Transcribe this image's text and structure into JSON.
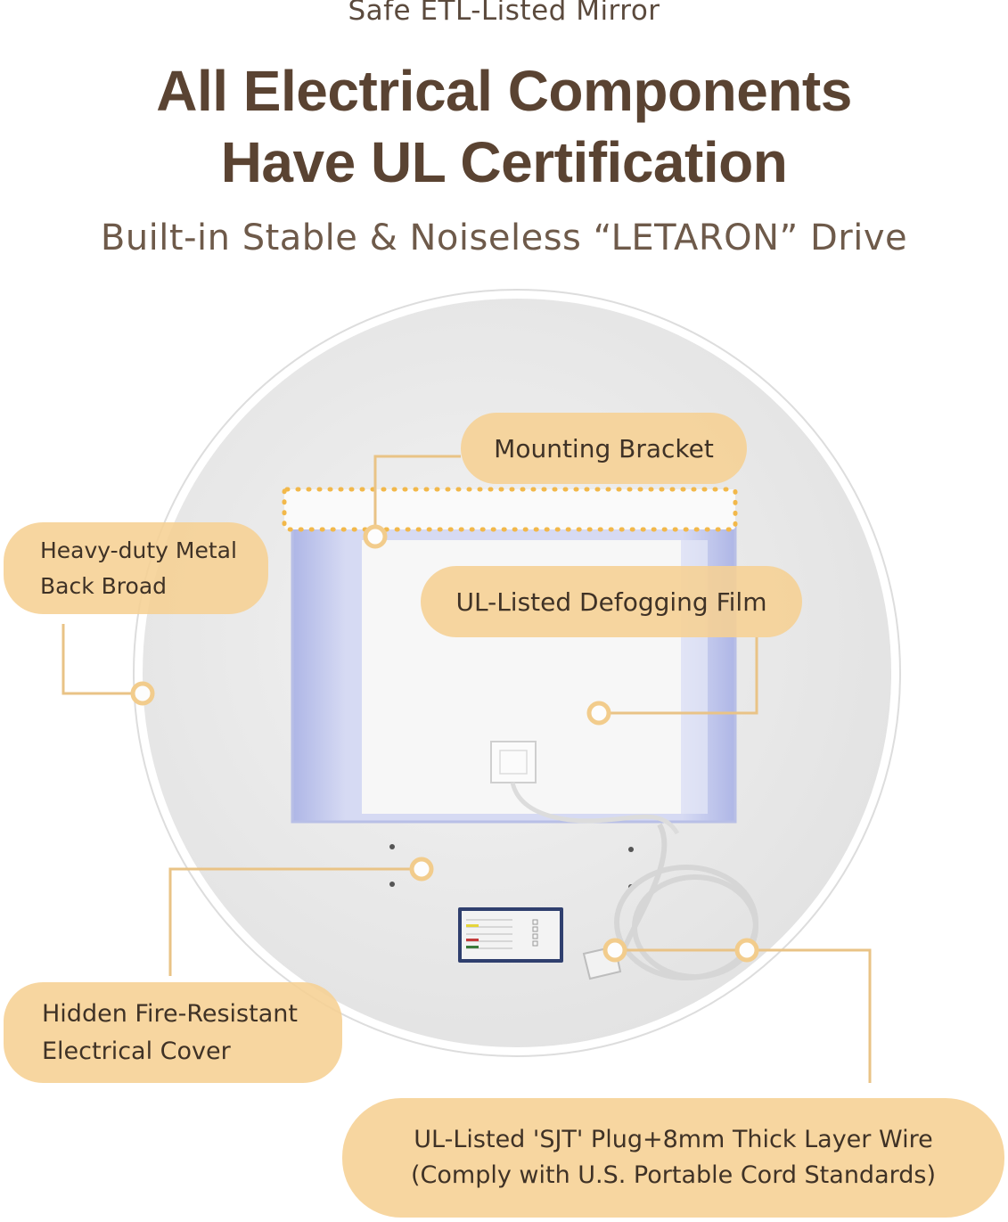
{
  "header": {
    "eyebrow": "Safe ETL-Listed Mirror",
    "headline_line1": "All Electrical Components",
    "headline_line2": "Have UL Certification",
    "subhead": "Built-in Stable & Noiseless “LETARON” Drive"
  },
  "callouts": {
    "mounting_bracket": "Mounting Bracket",
    "metal_back_line1": "Heavy-duty Metal",
    "metal_back_line2": "Back Broad",
    "defogging_film": "UL-Listed Defogging Film",
    "electrical_cover_line1": "Hidden Fire-Resistant",
    "electrical_cover_line2": "Electrical Cover",
    "plug_line1": "UL-Listed 'SJT' Plug+8mm Thick Layer Wire",
    "plug_line2": "(Comply with U.S. Portable Cord Standards)"
  },
  "colors": {
    "callout_fill": "#f6d093",
    "leader_line": "#e9c386",
    "headline": "#5a4332",
    "mirror_back": "#ececec"
  }
}
